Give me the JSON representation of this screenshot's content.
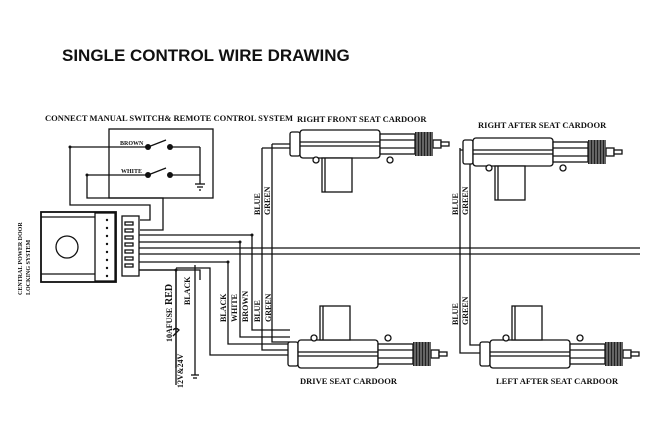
{
  "title": "SINGLE CONTROL WIRE DRAWING",
  "switch_box": {
    "label": "CONNECT MANUAL SWITCH& REMOTE CONTROL SYSTEM",
    "switches": [
      {
        "wire": "BROWN"
      },
      {
        "wire": "WHITE"
      }
    ]
  },
  "central_unit": {
    "label_line1": "CENTRAL POWER DOOR",
    "label_line2": "LOCKING SYSTEM"
  },
  "power": {
    "fuse_label": "10AFUSE",
    "positive_wire": "RED",
    "voltage": "12V&24V",
    "ground_wire": "BLACK"
  },
  "main_harness_wires": [
    "BLACK",
    "WHITE",
    "BROWN",
    "BLUE",
    "GREEN"
  ],
  "actuators": [
    {
      "id": "right-front",
      "label": "RIGHT FRONT SEAT CARDOOR",
      "wires": [
        "BLUE",
        "GREEN"
      ]
    },
    {
      "id": "right-after",
      "label": "RIGHT  AFTER SEAT CARDOOR",
      "wires": [
        "BLUE",
        "GREEN"
      ]
    },
    {
      "id": "drive",
      "label": "DRIVE SEAT CARDOOR",
      "wires": [
        "BLACK",
        "WHITE",
        "BROWN",
        "BLUE",
        "GREEN"
      ]
    },
    {
      "id": "left-after",
      "label": "LEFT AFTER SEAT CARDOOR",
      "wires": [
        "BLUE",
        "GREEN"
      ]
    }
  ]
}
